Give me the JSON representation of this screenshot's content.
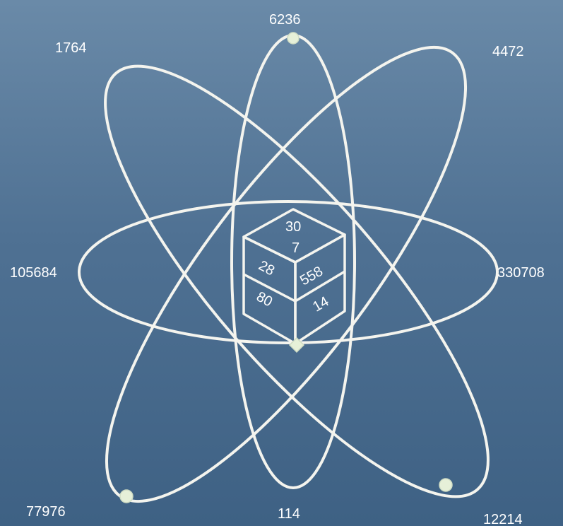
{
  "colors": {
    "background_top": "#6a8aa8",
    "background_bottom": "#3e6184",
    "line": "#f4f4ee",
    "node": "#e6f0d8"
  },
  "outer_labels": {
    "top": "6236",
    "top_left": "1764",
    "top_right": "4472",
    "left": "105684",
    "right": "330708",
    "bottom_left": "77976",
    "bottom": "114",
    "bottom_right": "12214"
  },
  "cube_labels": {
    "top_face_upper": "30",
    "top_face_lower": "7",
    "left_face_upper": "28",
    "left_face_lower": "80",
    "right_face_upper": "558",
    "right_face_lower": "14"
  }
}
